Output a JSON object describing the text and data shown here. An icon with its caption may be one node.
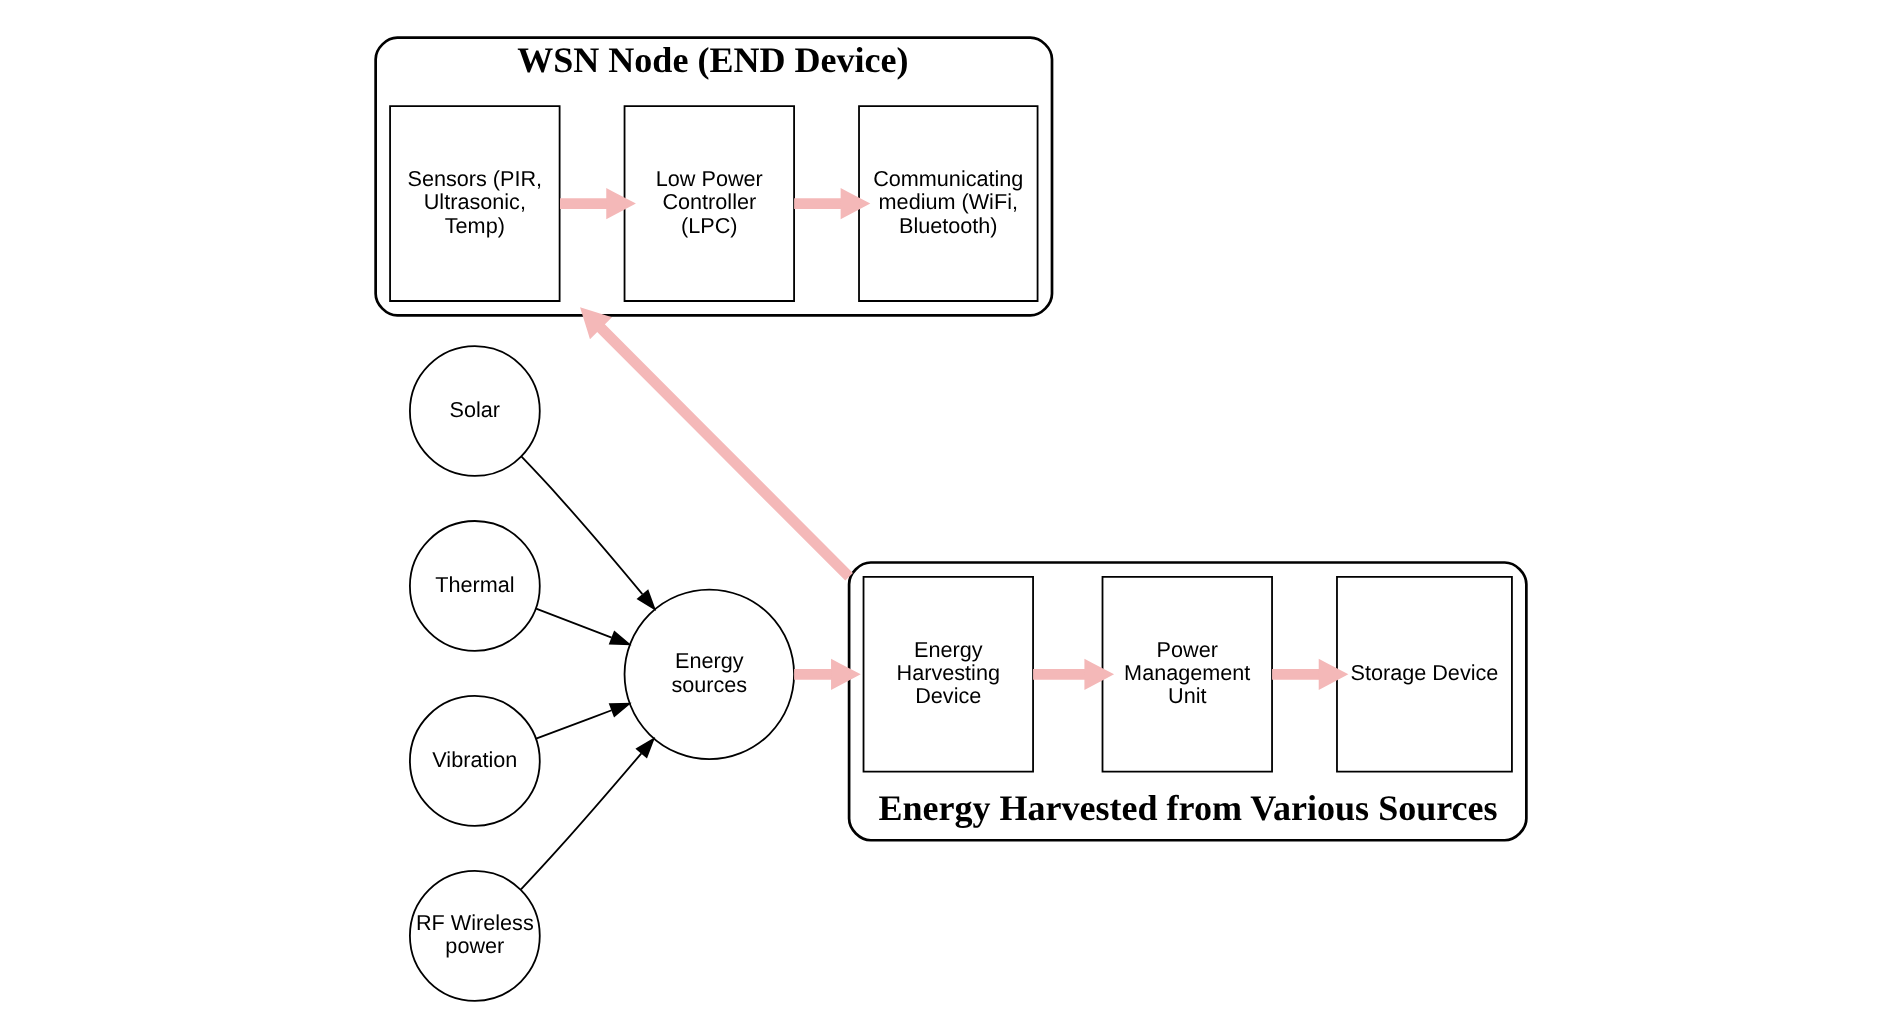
{
  "diagram": {
    "nodes": [
      {
        "text": [
          "WSN Node (END Device)"
        ]
      },
      {
        "text": [
          "Sensors (PIR, Ultrasonic, Temp)"
        ],
        "in": 0
      },
      {
        "text": [
          "Low Power Controller (LPC)"
        ],
        "in": 0
      },
      {
        "text": [
          "Communicating medium (WiFi, Bluetooth)"
        ],
        "in": 0
      },
      {
        "text": [
          "Energy Harvested from Various Sources"
        ]
      },
      {
        "text": [
          "Energy Harvesting Device"
        ],
        "in": 4
      },
      {
        "text": [
          "Power Management Unit"
        ],
        "in": 4
      },
      {
        "text": [
          "Storage Device"
        ],
        "in": 4
      },
      {
        "text": [
          "Solar"
        ]
      },
      {
        "text": [
          "Thermal"
        ]
      },
      {
        "text": [
          "Energy sources"
        ]
      },
      {
        "text": [
          "Vibration"
        ]
      },
      {
        "text": [
          "RF Wireless power"
        ]
      }
    ],
    "edges": [
      {
        "from": 8,
        "to": 10,
        "arrow": "to",
        "color": "#000000"
      },
      {
        "from": 9,
        "to": 10,
        "arrow": "to",
        "color": "#000000"
      },
      {
        "from": 11,
        "to": 10,
        "arrow": "to",
        "color": "#000000"
      },
      {
        "from": 12,
        "to": 10,
        "arrow": "to",
        "color": "#000000"
      },
      {
        "from": 10,
        "to": 4,
        "arrow": "to"
      },
      {
        "from": 1,
        "to": 2,
        "arrow": "to"
      },
      {
        "from": 2,
        "to": 3,
        "arrow": "to"
      },
      {
        "from": 5,
        "to": 6,
        "arrow": "to"
      },
      {
        "from": 6,
        "to": 7,
        "arrow": "to"
      },
      {
        "from": 4,
        "to": 0,
        "arrow": "to"
      }
    ]
  }
}
